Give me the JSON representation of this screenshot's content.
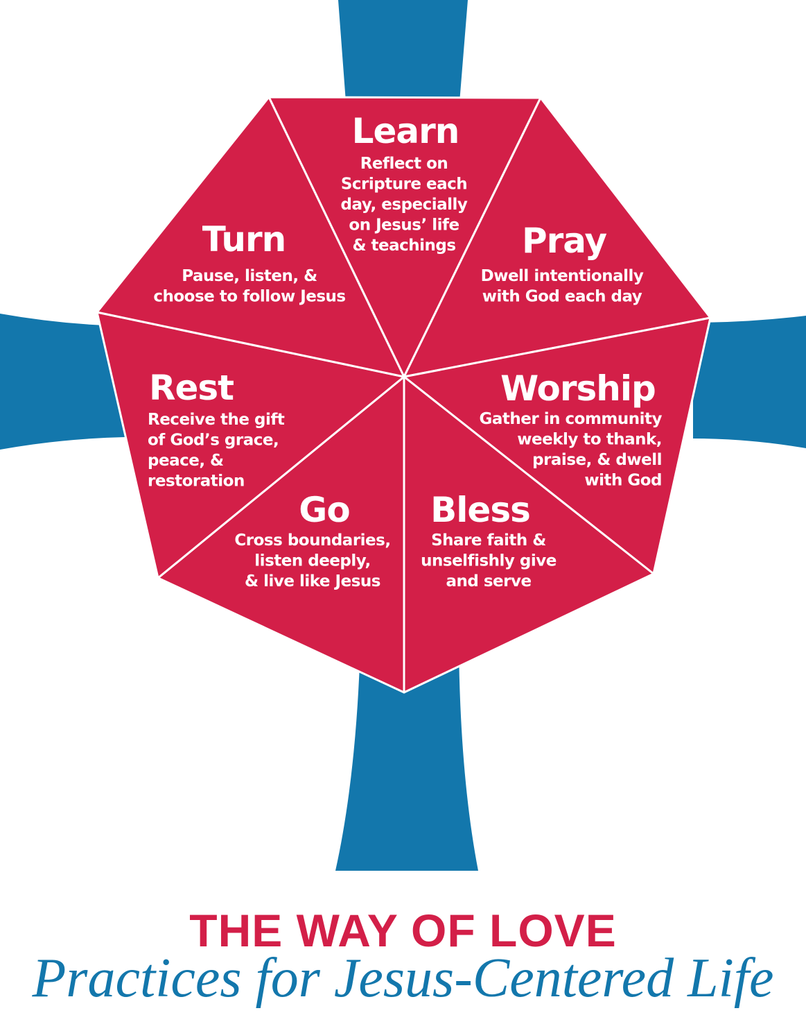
{
  "colors": {
    "cross": "#1377AC",
    "segment": "#D31F48",
    "divider": "#ffffff",
    "title": "#D31F48",
    "subtitle": "#1377AC"
  },
  "practices": [
    {
      "id": "learn",
      "title": "Learn",
      "lines": [
        "Reflect on",
        "Scripture each",
        "day, especially",
        "on Jesus’ life",
        "& teachings"
      ]
    },
    {
      "id": "pray",
      "title": "Pray",
      "lines": [
        "Dwell intentionally",
        "with God each day"
      ]
    },
    {
      "id": "worship",
      "title": "Worship",
      "lines": [
        "Gather in community",
        "weekly to thank,",
        "praise, & dwell",
        "with God"
      ]
    },
    {
      "id": "bless",
      "title": "Bless",
      "lines": [
        "Share faith &",
        "unselfishly give",
        "and serve"
      ]
    },
    {
      "id": "go",
      "title": "Go",
      "lines": [
        "Cross boundaries,",
        "listen deeply,",
        "& live like Jesus"
      ]
    },
    {
      "id": "rest",
      "title": "Rest",
      "lines": [
        "Receive the gift",
        "of God’s grace,",
        "peace, &",
        "restoration"
      ]
    },
    {
      "id": "turn",
      "title": "Turn",
      "lines": [
        "Pause, listen, &",
        "choose to follow Jesus"
      ]
    }
  ],
  "footer": {
    "title": "THE WAY OF LOVE",
    "subtitle": "Practices for Jesus-Centered Life"
  }
}
